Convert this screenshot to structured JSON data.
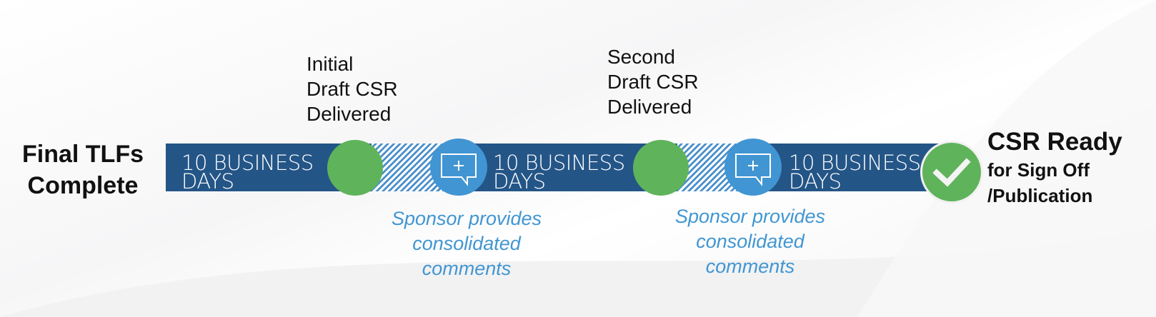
{
  "start": {
    "line1": "Final TLFs",
    "line2": "Complete"
  },
  "end": {
    "line1": "CSR Ready",
    "line2": "for Sign Off",
    "line3": "/Publication"
  },
  "milestones": [
    {
      "lines": [
        "Initial",
        "Draft CSR",
        "Delivered"
      ]
    },
    {
      "lines": [
        "Second",
        "Draft CSR",
        "Delivered"
      ]
    }
  ],
  "segments": [
    {
      "line1": "10 BUSINESS",
      "line2": "DAYS"
    },
    {
      "line1": "10 BUSINESS",
      "line2": "DAYS"
    },
    {
      "line1": "10 BUSINESS",
      "line2": "DAYS"
    }
  ],
  "sponsor_notes": [
    {
      "lines": [
        "Sponsor provides",
        "consolidated",
        "comments"
      ]
    },
    {
      "lines": [
        "Sponsor provides",
        "consolidated",
        "comments"
      ]
    }
  ],
  "icons": {
    "milestone": "green-circle",
    "comment": "comment-add-icon",
    "complete": "checkmark-icon"
  },
  "colors": {
    "bar": "#245587",
    "milestone_green": "#5fb35a",
    "comment_blue": "#4195d2",
    "sponsor_text": "#4196d2"
  }
}
